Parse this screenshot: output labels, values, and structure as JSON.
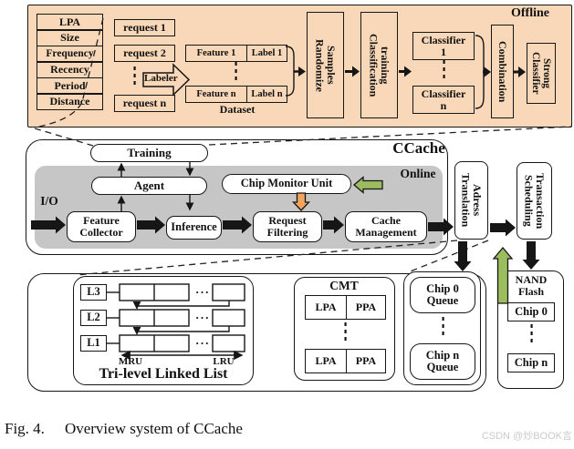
{
  "colors": {
    "offline_panel": "#f8d8b8",
    "online_area": "#c6c6c6",
    "green_arrow": "#9cbd5e",
    "orange_arrow": "#f2a45f"
  },
  "dots": {
    "v": "⋮",
    "h": "···"
  },
  "offline": {
    "label": "Offline",
    "features": [
      "LPA",
      "Size",
      "Frequency",
      "Recency",
      "Period",
      "Distance"
    ],
    "requests": {
      "r1": "request 1",
      "r2": "request 2",
      "rn": "request n"
    },
    "labeler": "Labeler",
    "dataset": {
      "label": "Dataset",
      "row1": {
        "feature": "Feature 1",
        "label": "Label 1"
      },
      "rown": {
        "feature": "Feature n",
        "label": "Label n"
      }
    },
    "randomize_samples": {
      "l1": "Randomize",
      "l2": "Samples"
    },
    "classification_training": {
      "l1": "Classification",
      "l2": "training"
    },
    "classifier_1": {
      "l1": "Classifier",
      "l2": "1"
    },
    "classifier_n": {
      "l1": "Classifier",
      "l2": "n"
    },
    "combination": "Combination",
    "strong_classifier": {
      "l1": "Strong",
      "l2": "Classifier"
    }
  },
  "ccache": {
    "title": "CCache",
    "online_label": "Online",
    "io_label": "I/O",
    "training": "Training",
    "agent": "Agent",
    "chip_monitor_unit": "Chip Monitor Unit",
    "feature_collector": {
      "l1": "Feature",
      "l2": "Collector"
    },
    "inference": "Inference",
    "request_filtering": {
      "l1": "Request",
      "l2": "Filtering"
    },
    "cache_management": {
      "l1": "Cache",
      "l2": "Management"
    },
    "adress_translation": {
      "l1": "Adress",
      "l2": "Translation"
    },
    "transaction_scheduling": {
      "l1": "Transaction",
      "l2": "Scheduling"
    }
  },
  "bottom": {
    "linked_list": {
      "title": "Tri-level Linked List",
      "levels": [
        "L3",
        "L2",
        "L1"
      ],
      "mru": "MRU",
      "lru": "LRU"
    },
    "cmt": {
      "title": "CMT",
      "row1": {
        "lpa": "LPA",
        "ppa": "PPA"
      },
      "row2": {
        "lpa": "LPA",
        "ppa": "PPA"
      }
    },
    "queues": {
      "chip0": {
        "l1": "Chip 0",
        "l2": "Queue"
      },
      "chipn": {
        "l1": "Chip n",
        "l2": "Queue"
      }
    },
    "nand": {
      "title": {
        "l1": "NAND",
        "l2": "Flash"
      },
      "chip0": "Chip 0",
      "chipn": "Chip n"
    }
  },
  "caption": {
    "fig": "Fig. 4.",
    "text": "Overview system of CCache"
  },
  "watermark": "CSDN @炒BOOK言"
}
